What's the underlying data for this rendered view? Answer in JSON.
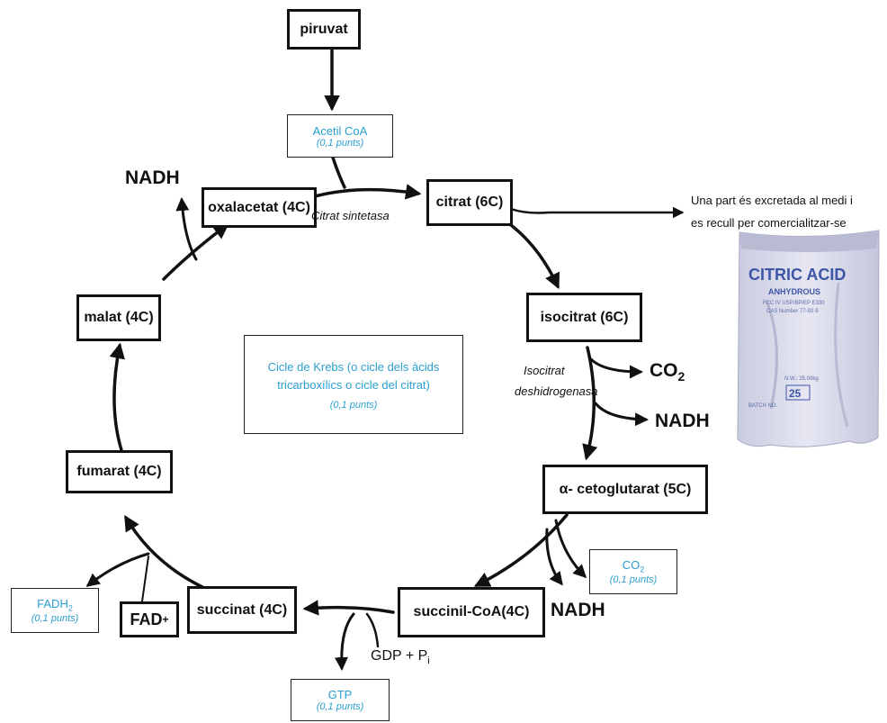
{
  "nodes": {
    "piruvat": "piruvat",
    "acetil_coa": "Acetil CoA",
    "acetil_coa_pts": "(0,1 punts)",
    "citrat": "citrat (6C)",
    "isocitrat": "isocitrat (6C)",
    "alpha_ceto": "α- cetoglutarat (5C)",
    "succinil_coa": "succinil-CoA(4C)",
    "succinat": "succinat (4C)",
    "fumarat": "fumarat (4C)",
    "malat": "malat (4C)",
    "oxalacetat": "oxalacetat (4C)"
  },
  "enzymes": {
    "citrat_sintetasa": "Citrat sintetasa",
    "isocitrat_1": "Isocitrat",
    "isocitrat_2": "deshidrogenasa"
  },
  "products": {
    "nadh_top": "NADH",
    "co2_iso": "CO",
    "co2_sub": "2",
    "nadh_iso": "NADH",
    "nadh_alpha": "NADH",
    "fad": "FAD",
    "fad_sup": "+",
    "gdp": "GDP + P",
    "gdp_sub": "i"
  },
  "answer_boxes": {
    "center_1": "Cicle de Krebs (o cicle dels àcids",
    "center_2": "tricarboxílics o cicle del citrat)",
    "center_pts": "(0,1 punts)",
    "co2_main": "CO",
    "co2_sub": "2",
    "co2_pts": "(0,1 punts)",
    "fadh_main": "FADH",
    "fadh_sub": "2",
    "fadh_pts": "(0,1 punts)",
    "gtp": "GTP",
    "gtp_pts": "(0,1 punts)"
  },
  "excretion": {
    "line1": "Una part és excretada al medi i",
    "line2": "es recull per comercialitzar-se"
  },
  "bag": {
    "title": "CITRIC ACID",
    "subtitle": "ANHYDROUS",
    "spec1": "FCC IV USP/BP/EP E330",
    "spec2": "CAS Number 77-92-9",
    "weight_label": "N.W.: 25,00kg",
    "weight": "25",
    "batch": "BATCH NO."
  },
  "colors": {
    "answer_blue": "#2a9fd0",
    "line": "#111111"
  }
}
